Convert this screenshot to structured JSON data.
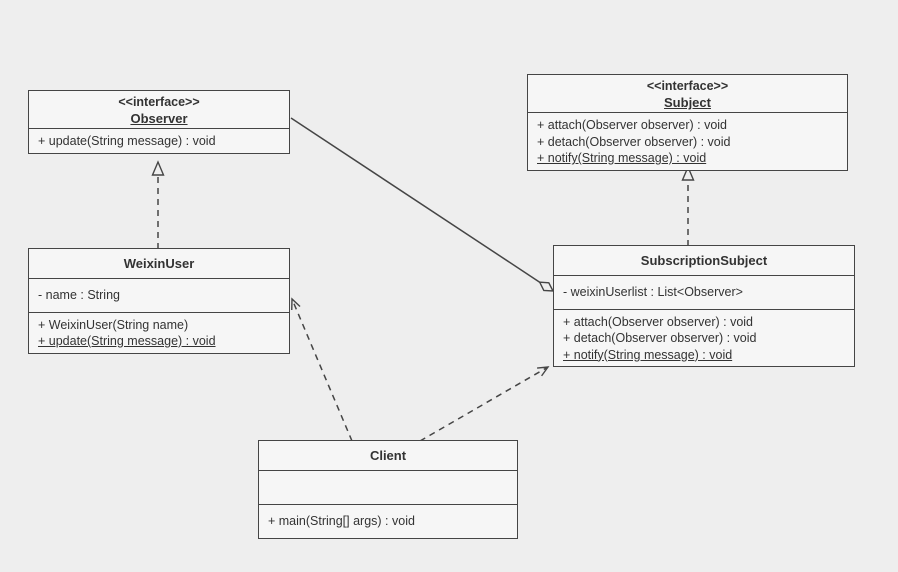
{
  "canvas": {
    "background": "#eeeeee",
    "box_fill": "#f6f6f6",
    "stroke_color": "#454545",
    "text_color": "#333333"
  },
  "diagram": {
    "type": "uml-class-diagram",
    "classes": {
      "observer": {
        "stereotype": "<<interface>>",
        "name": "Observer",
        "attributes": [],
        "methods": [
          "+ update(String message) : void"
        ]
      },
      "subject": {
        "stereotype": "<<interface>>",
        "name": "Subject",
        "attributes": [],
        "methods": [
          "+ attach(Observer observer) : void",
          "+ detach(Observer observer) : void",
          "+ notify(String message) : void"
        ]
      },
      "weixin_user": {
        "name": "WeixinUser",
        "attributes": [
          "- name : String"
        ],
        "methods": [
          "+ WeixinUser(String name)",
          "+ update(String message) : void"
        ]
      },
      "subscription_subject": {
        "name": "SubscriptionSubject",
        "attributes": [
          "- weixinUserlist : List<Observer>"
        ],
        "methods": [
          "+ attach(Observer observer) : void",
          "+ detach(Observer observer) : void",
          "+ notify(String message) : void"
        ]
      },
      "client": {
        "name": "Client",
        "attributes": [],
        "methods": [
          "+ main(String[] args) : void"
        ]
      }
    },
    "relationships": [
      {
        "type": "realization",
        "from": "WeixinUser",
        "to": "Observer",
        "line": "dashed",
        "arrow": "hollow-triangle"
      },
      {
        "type": "realization",
        "from": "SubscriptionSubject",
        "to": "Subject",
        "line": "dashed",
        "arrow": "hollow-triangle"
      },
      {
        "type": "aggregation",
        "from": "SubscriptionSubject",
        "to": "Observer",
        "line": "solid",
        "arrow": "hollow-diamond"
      },
      {
        "type": "dependency",
        "from": "Client",
        "to": "WeixinUser",
        "line": "dashed",
        "arrow": "open"
      },
      {
        "type": "dependency",
        "from": "Client",
        "to": "SubscriptionSubject",
        "line": "dashed",
        "arrow": "open"
      }
    ]
  }
}
